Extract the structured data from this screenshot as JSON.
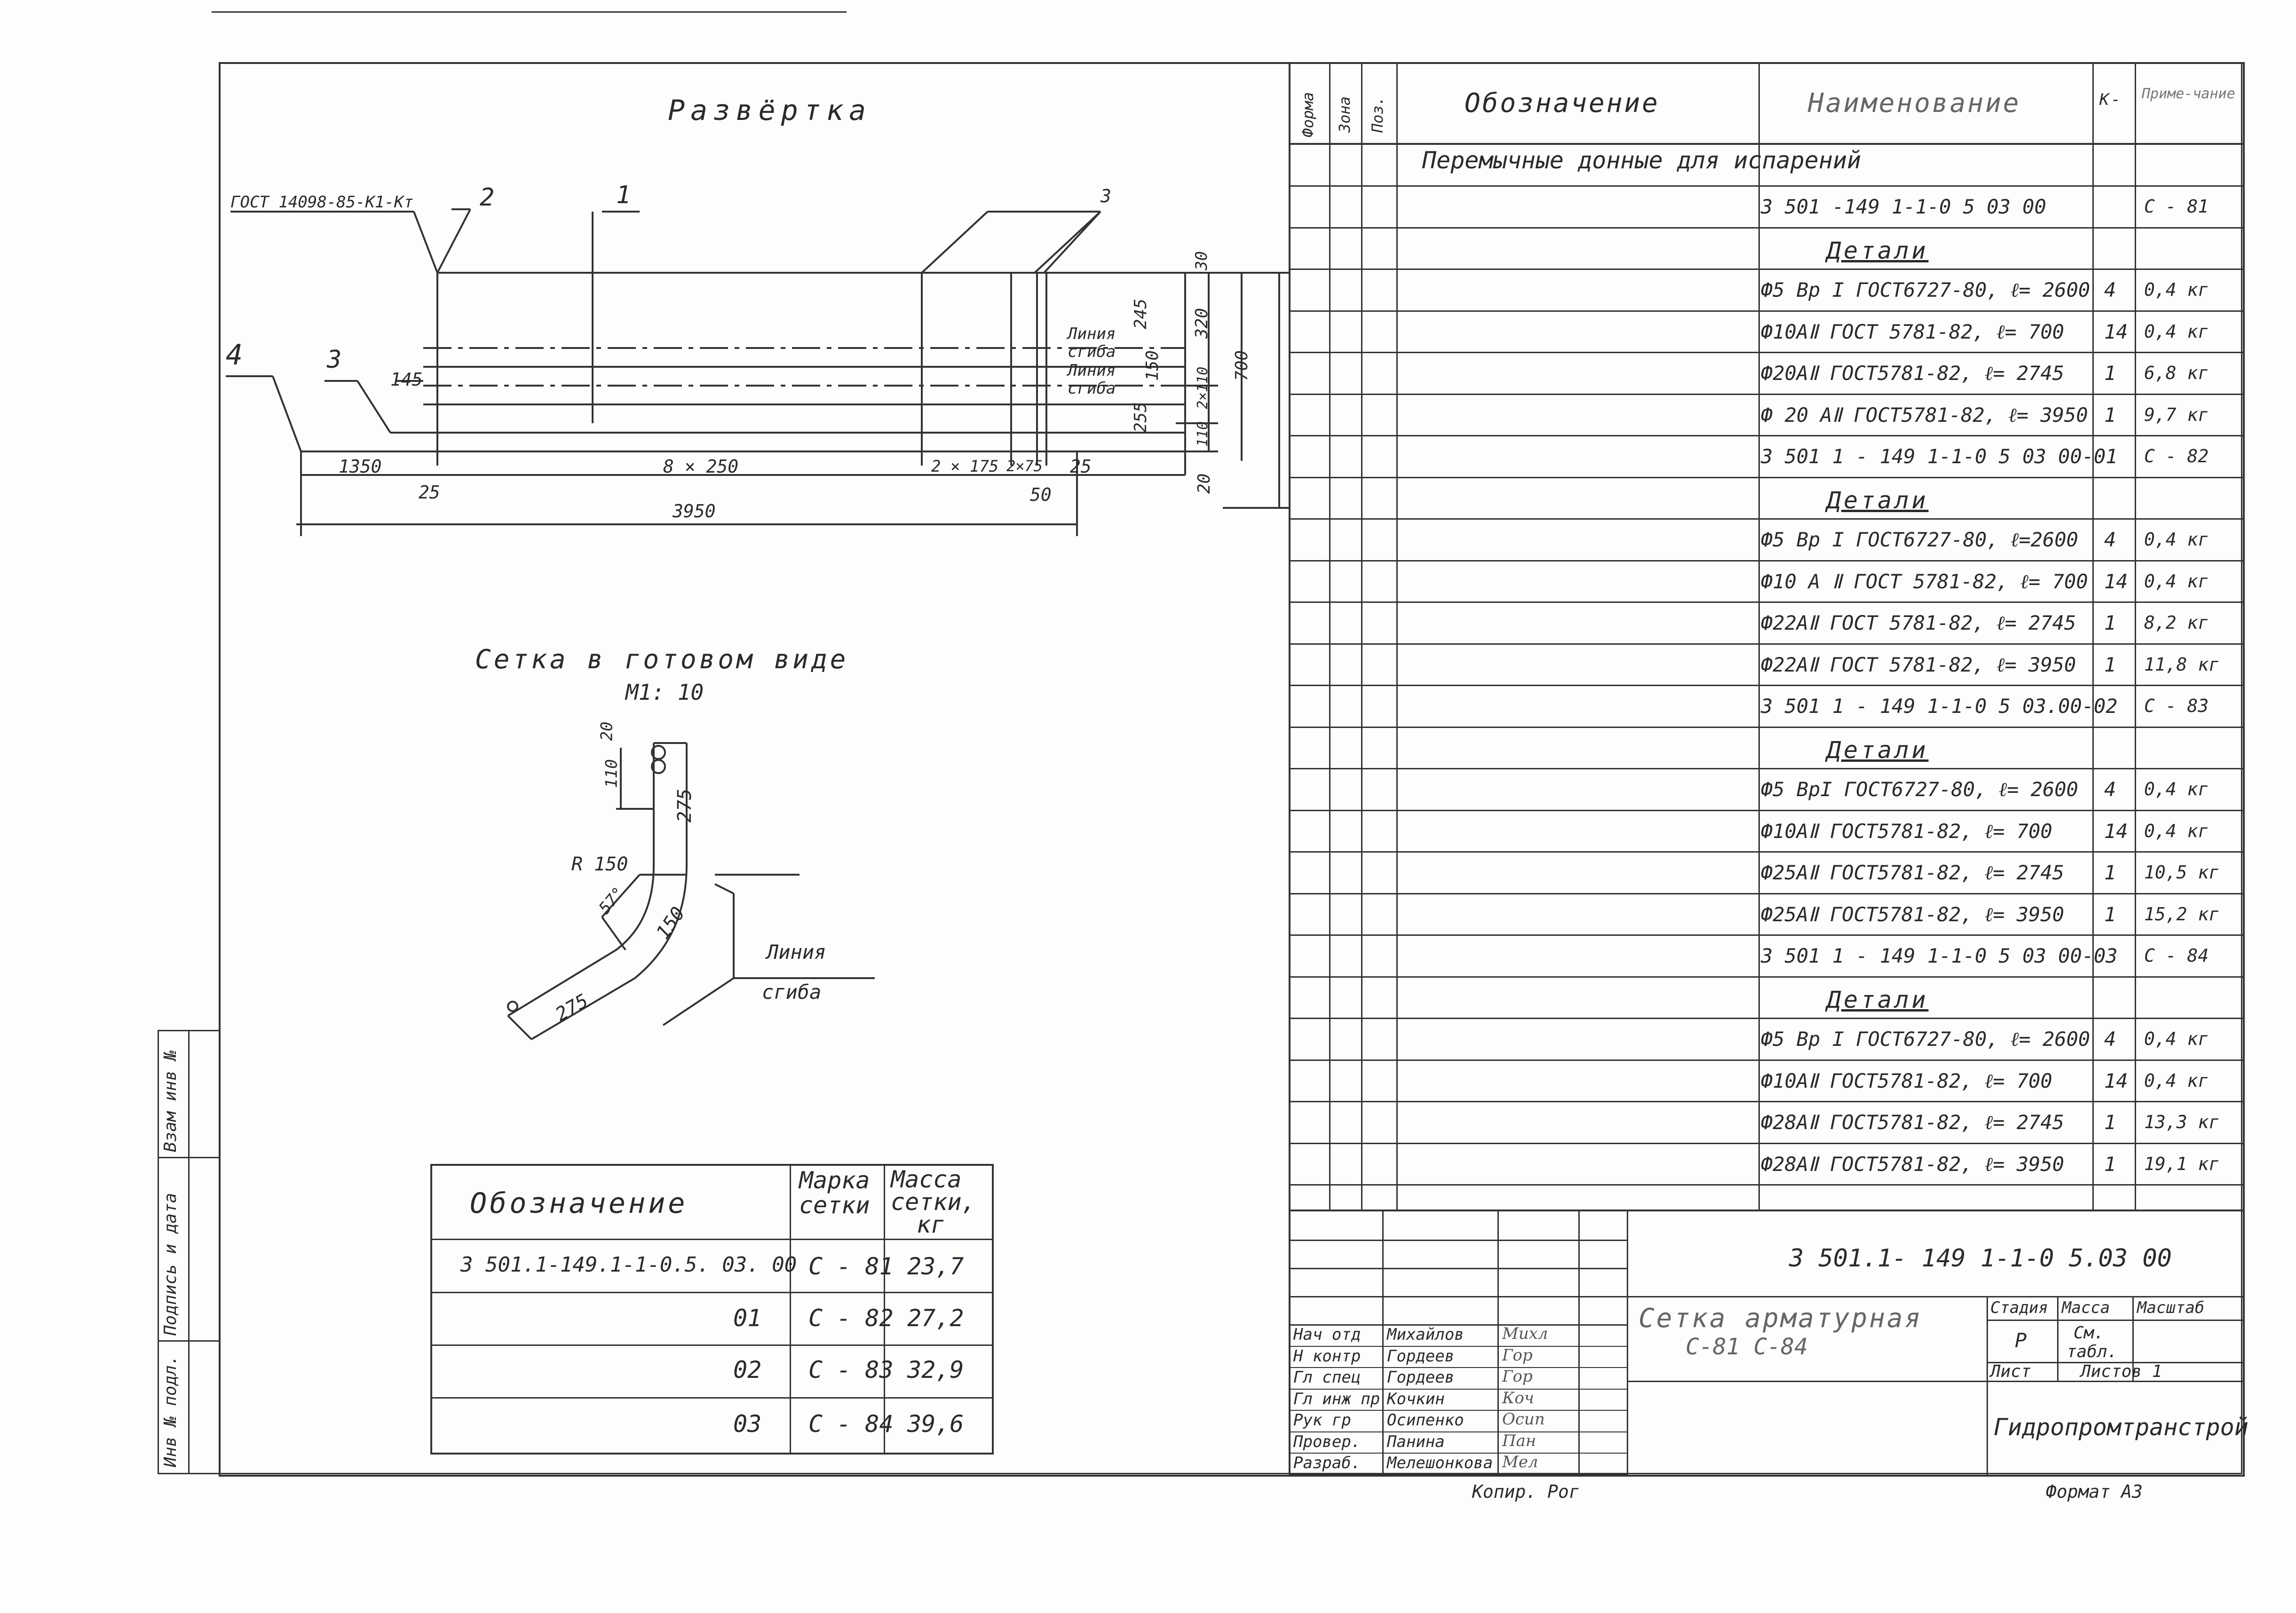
{
  "drawing": {
    "razvertka_title": "Развёртка",
    "gost_note": "ГОСТ 14098-85-К1-Кт",
    "poz_labels": [
      "1",
      "2",
      "3",
      "4",
      "3"
    ],
    "fold_line_label_1": "Линия",
    "fold_line_label_1b": "сгиба",
    "fold_line_label_2": "Линия",
    "fold_line_label_2b": "сгиба",
    "dims_bottom": [
      "1350",
      "8 × 250",
      "2 × 175",
      "2×75",
      "25",
      "25",
      "50",
      "3950"
    ],
    "dim_145": "145",
    "dims_right": [
      "30",
      "245",
      "150",
      "255",
      "320",
      "2×110",
      "110",
      "20",
      "700"
    ],
    "finished_title": "Сетка в готовом виде",
    "finished_scale": "М1: 10",
    "finished_dims": [
      "20",
      "110",
      "275",
      "R 150",
      "57°",
      "150",
      "275"
    ],
    "finished_fold_1": "Линия",
    "finished_fold_2": "сгиба"
  },
  "mass_table": {
    "header_designation": "Обозначение",
    "header_mark_1": "Марка",
    "header_mark_2": "сетки",
    "header_mass_1": "Масса",
    "header_mass_2": "сетки,",
    "header_mass_3": "кг",
    "rows": [
      {
        "designation": "3 501.1-149.1-1-0.5. 03. 00",
        "mark": "С - 81",
        "mass": "23,7"
      },
      {
        "designation": "01",
        "mark": "С - 82",
        "mass": "27,2"
      },
      {
        "designation": "02",
        "mark": "С - 83",
        "mass": "32,9"
      },
      {
        "designation": "03",
        "mark": "С - 84",
        "mass": "39,6"
      }
    ]
  },
  "spec": {
    "hdr_format": "Форма",
    "hdr_zone": "Зона",
    "hdr_pos": "Поз.",
    "hdr_designation": "Обозначение",
    "hdr_name": "Наименование",
    "hdr_qty": "К-",
    "hdr_note": "Приме-чание",
    "section_title": "Перемычные донные для испарений",
    "rows": [
      {
        "name": "3 501 -149 1-1-0 5 03 00",
        "qty": "",
        "note": "С - 81",
        "type": "doc"
      },
      {
        "name": "Детали",
        "qty": "",
        "note": "",
        "type": "section"
      },
      {
        "name": "Ф5 Вр I ГОСТ6727-80, ℓ= 2600",
        "qty": "4",
        "note": "0,4 кг",
        "type": "item"
      },
      {
        "name": "Ф10АⅡ ГОСТ 5781-82, ℓ= 700",
        "qty": "14",
        "note": "0,4 кг",
        "type": "item"
      },
      {
        "name": "Ф20АⅡ ГОСТ5781-82, ℓ= 2745",
        "qty": "1",
        "note": "6,8 кг",
        "type": "item"
      },
      {
        "name": "Ф 20 АⅡ ГОСТ5781-82, ℓ= 3950",
        "qty": "1",
        "note": "9,7 кг",
        "type": "item"
      },
      {
        "name": "3 501 1 - 149 1-1-0 5 03 00-01",
        "qty": "",
        "note": "С - 82",
        "type": "doc"
      },
      {
        "name": "Детали",
        "qty": "",
        "note": "",
        "type": "section"
      },
      {
        "name": "Ф5 Вр I ГОСТ6727-80, ℓ=2600",
        "qty": "4",
        "note": "0,4 кг",
        "type": "item"
      },
      {
        "name": "Ф10 А Ⅱ ГОСТ 5781-82, ℓ= 700",
        "qty": "14",
        "note": "0,4 кг",
        "type": "item"
      },
      {
        "name": "Ф22АⅡ ГОСТ 5781-82, ℓ= 2745",
        "qty": "1",
        "note": "8,2 кг",
        "type": "item"
      },
      {
        "name": "Ф22АⅡ ГОСТ 5781-82, ℓ= 3950",
        "qty": "1",
        "note": "11,8 кг",
        "type": "item"
      },
      {
        "name": "3 501 1 - 149 1-1-0 5 03.00-02",
        "qty": "",
        "note": "С - 83",
        "type": "doc"
      },
      {
        "name": "Детали",
        "qty": "",
        "note": "",
        "type": "section"
      },
      {
        "name": "Ф5 ВрI ГОСТ6727-80, ℓ= 2600",
        "qty": "4",
        "note": "0,4 кг",
        "type": "item"
      },
      {
        "name": "Ф10АⅡ ГОСТ5781-82, ℓ= 700",
        "qty": "14",
        "note": "0,4 кг",
        "type": "item"
      },
      {
        "name": "Ф25АⅡ ГОСТ5781-82, ℓ= 2745",
        "qty": "1",
        "note": "10,5 кг",
        "type": "item"
      },
      {
        "name": "Ф25АⅡ ГОСТ5781-82, ℓ= 3950",
        "qty": "1",
        "note": "15,2 кг",
        "type": "item"
      },
      {
        "name": "3 501 1 - 149 1-1-0 5 03 00-03",
        "qty": "",
        "note": "С - 84",
        "type": "doc"
      },
      {
        "name": "Детали",
        "qty": "",
        "note": "",
        "type": "section"
      },
      {
        "name": "Ф5 Вр I ГОСТ6727-80, ℓ= 2600",
        "qty": "4",
        "note": "0,4 кг",
        "type": "item"
      },
      {
        "name": "Ф10АⅡ ГОСТ5781-82, ℓ= 700",
        "qty": "14",
        "note": "0,4 кг",
        "type": "item"
      },
      {
        "name": "Ф28АⅡ ГОСТ5781-82, ℓ= 2745",
        "qty": "1",
        "note": "13,3 кг",
        "type": "item"
      },
      {
        "name": "Ф28АⅡ ГОСТ5781-82, ℓ= 3950",
        "qty": "1",
        "note": "19,1 кг",
        "type": "item"
      }
    ]
  },
  "stamp": {
    "doc_code": "3 501.1- 149 1-1-0 5.03 00",
    "title_1": "Сетка арматурная",
    "title_2": "С-81   С-84",
    "stage_hdr": "Стадия",
    "mass_hdr": "Масса",
    "scale_hdr": "Масштаб",
    "stage_val": "Р",
    "mass_val_1": "См.",
    "mass_val_2": "табл.",
    "sheet_hdr": "Лист",
    "sheets_hdr": "Листов 1",
    "org": "Гидропромтранстрой",
    "people": [
      {
        "role": "Нач отд",
        "name": "Михайлов",
        "sig": "Михл"
      },
      {
        "role": "Н контр",
        "name": "Гордеев",
        "sig": "Гор"
      },
      {
        "role": "Гл спец",
        "name": "Гордеев",
        "sig": "Гор"
      },
      {
        "role": "Гл инж пр",
        "name": "Кочкин",
        "sig": "Коч"
      },
      {
        "role": "Рук гр",
        "name": "Осипенко",
        "sig": "Осип"
      },
      {
        "role": "Провер.",
        "name": "Панина",
        "sig": "Пан"
      },
      {
        "role": "Разраб.",
        "name": "Мелешонкова",
        "sig": "Мел"
      }
    ]
  },
  "side_stamp": {
    "inv_podl": "Инв № подл.",
    "podpis": "Подпись и дата",
    "vzam": "Взам инв №"
  },
  "footer": {
    "copied": "Копир. Рог",
    "format": "Формат А3"
  }
}
